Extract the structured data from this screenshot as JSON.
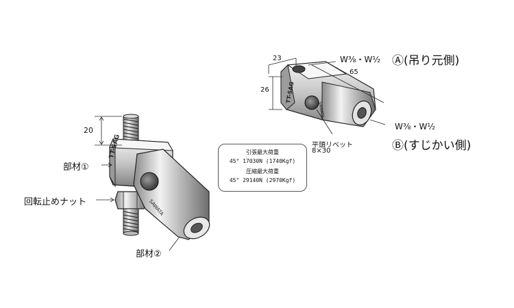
{
  "labels": {
    "member1": "部材①",
    "lock_nut": "回転止めナット",
    "member2": "部材②",
    "rivet_line1": "平頭リベット",
    "rivet_line2": "8×30",
    "thread_a": "W⅜・W½",
    "side_a": "Ⓐ(吊り元側)",
    "thread_b": "W⅜・W½",
    "side_b": "Ⓑ(すじかい側)"
  },
  "dimensions": {
    "height_left": "20",
    "width_top": "23",
    "length": "65",
    "height_right": "26"
  },
  "product_marks": {
    "tt_sag_left": "TT-SAG",
    "sawata_left": "SAWATA",
    "tt_sag_right": "TT-SAG",
    "sawata_right": "SAWATA"
  },
  "specs": {
    "tension_title": "引張最大荷重",
    "tension_value": "45° 17030N (1740Kgf)",
    "compression_title": "圧縮最大荷重",
    "compression_value": "45° 29140N (2970Kgf)"
  }
}
